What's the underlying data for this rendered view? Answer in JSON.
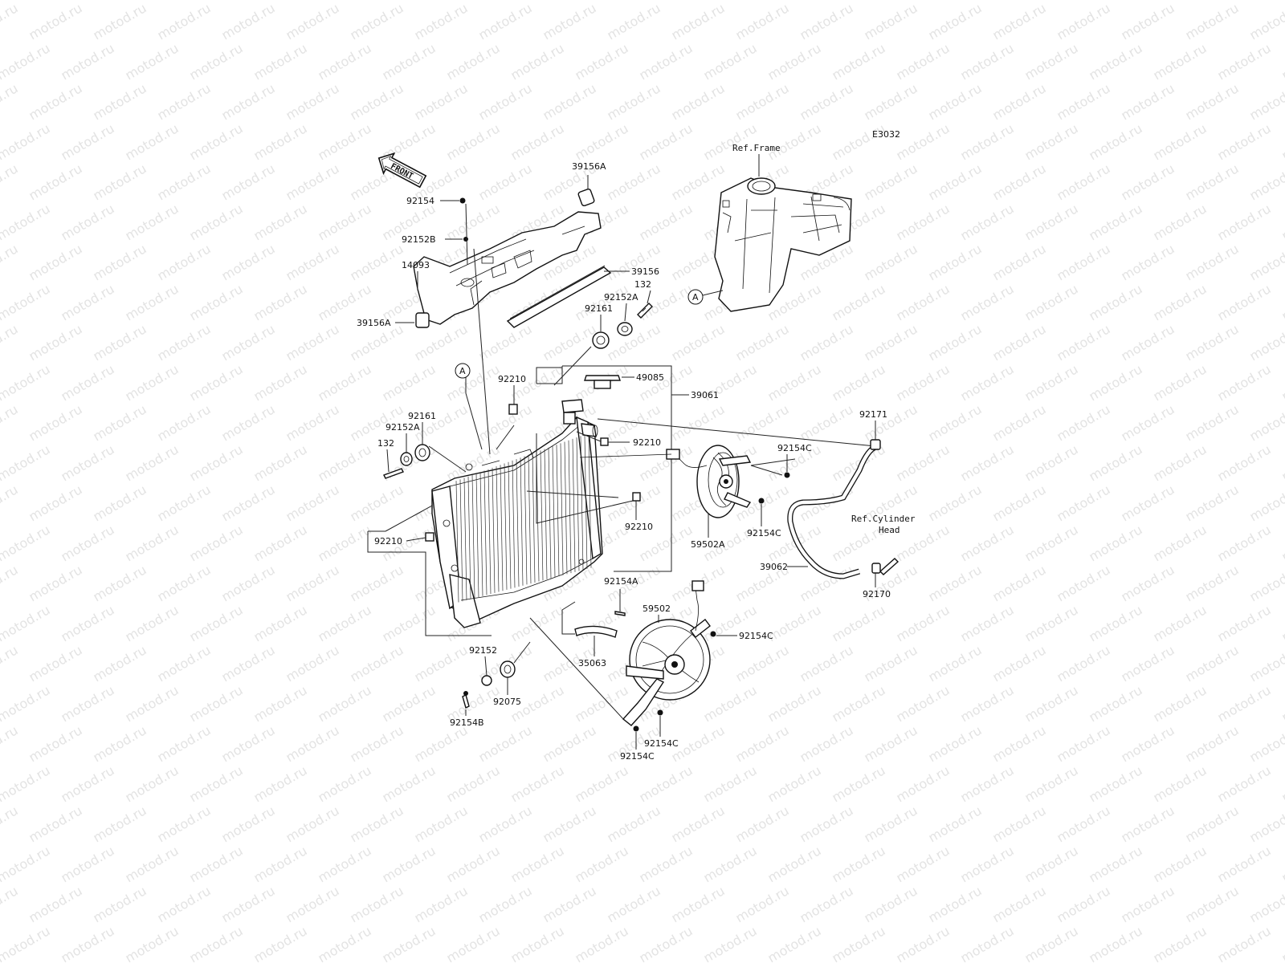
{
  "diagram_code": "E3032",
  "watermark": "motod.ru",
  "front_marker": "FRONT",
  "ref_frame": "Ref.Frame",
  "ref_cyl_1": "Ref.Cylinder",
  "ref_cyl_2": "Head",
  "ref_A": "A",
  "parts": {
    "p39156A_top": "39156A",
    "p92154": "92154",
    "p92152B": "92152B",
    "p14093": "14093",
    "p39156A_bot": "39156A",
    "p39156": "39156",
    "p132_top": "132",
    "p92152A_top": "92152A",
    "p92161_top": "92161",
    "p49085": "49085",
    "p39061": "39061",
    "p92210_a": "92210",
    "p92210_b": "92210",
    "p92210_c": "92210",
    "p92210_d": "92210",
    "p92161_left": "92161",
    "p92152A_left": "92152A",
    "p132_left": "132",
    "p92171": "92171",
    "p92154C_a": "92154C",
    "p92154C_b": "92154C",
    "p59502A": "59502A",
    "p39062": "39062",
    "p92170": "92170",
    "p92154A": "92154A",
    "p59502": "59502",
    "p92154C_c": "92154C",
    "p35063": "35063",
    "p92152": "92152",
    "p92075": "92075",
    "p92154B": "92154B",
    "p92154C_d": "92154C",
    "p92154C_e": "92154C"
  }
}
